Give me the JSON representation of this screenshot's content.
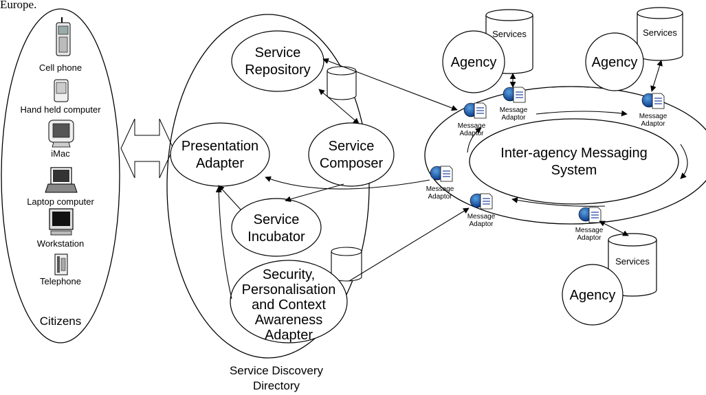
{
  "top_fragment": "Europe.",
  "citizens": {
    "devices": [
      "Cell phone",
      "Hand held computer",
      "iMac",
      "Laptop computer",
      "Workstation",
      "Telephone"
    ],
    "label": "Citizens"
  },
  "directory": {
    "label_line1": "Service Discovery",
    "label_line2": "Directory",
    "service_repository": [
      "Service",
      "Repository"
    ],
    "presentation_adapter": [
      "Presentation",
      "Adapter"
    ],
    "service_composer": [
      "Service",
      "Composer"
    ],
    "service_incubator": [
      "Service",
      "Incubator"
    ],
    "security_adapter": [
      "Security,",
      "Personalisation",
      "and Context",
      "Awareness",
      "Adapter"
    ]
  },
  "messaging": {
    "center": [
      "Inter-agency Messaging",
      "System"
    ],
    "adaptor_label": [
      "Message",
      "Adaptor"
    ]
  },
  "agencies": {
    "agency_label": "Agency",
    "services_label": "Services"
  }
}
